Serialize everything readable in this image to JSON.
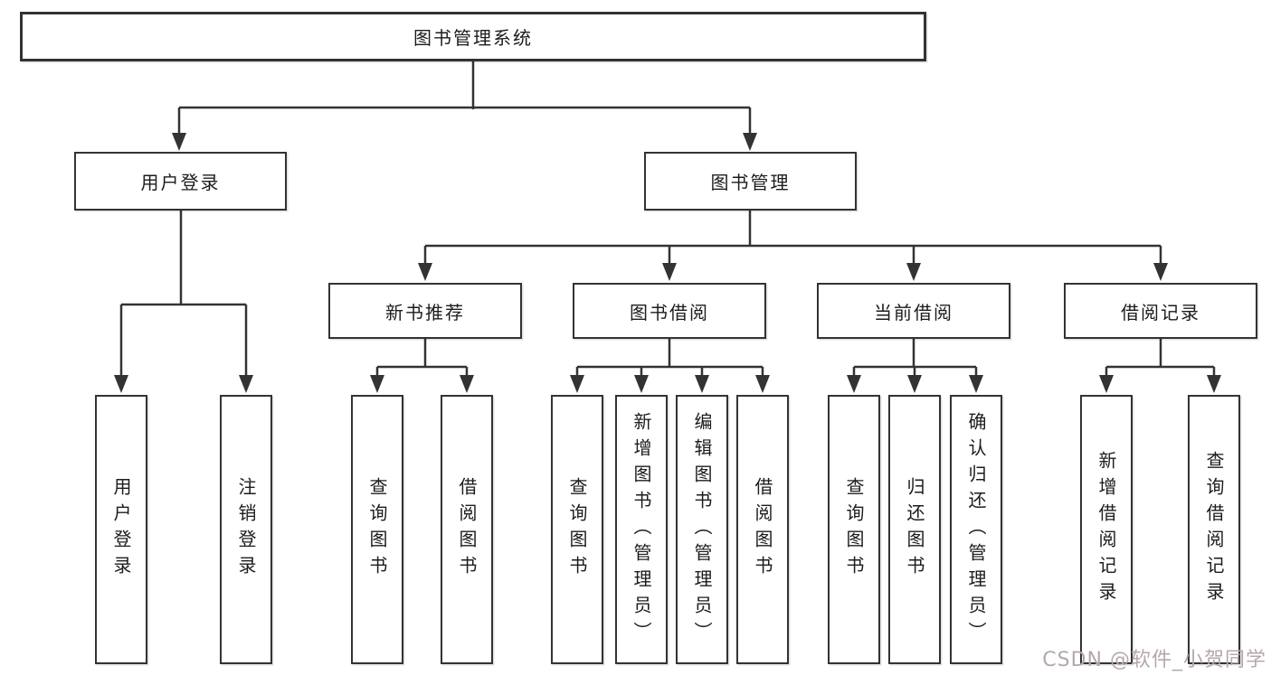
{
  "colors": {
    "line": "#333333",
    "box_border": "#333333",
    "text": "#1c1c1c",
    "background": "#ffffff",
    "watermark": "#b5a8a8"
  },
  "root": {
    "label": "图书管理系统"
  },
  "level2": {
    "user_login": {
      "label": "用户登录"
    },
    "book_management": {
      "label": "图书管理"
    }
  },
  "user_login_children": [
    "用户登录",
    "注销登录"
  ],
  "modules": [
    {
      "label": "新书推荐",
      "children": [
        "查询图书",
        "借阅图书"
      ]
    },
    {
      "label": "图书借阅",
      "children": [
        "查询图书",
        "新增图书（管理员）",
        "编辑图书（管理员）",
        "借阅图书"
      ]
    },
    {
      "label": "当前借阅",
      "children": [
        "查询图书",
        "归还图书",
        "确认归还（管理员）"
      ]
    },
    {
      "label": "借阅记录",
      "children": [
        "新增借阅记录",
        "查询借阅记录"
      ]
    }
  ],
  "watermark": "CSDN @软件_小贺同学"
}
